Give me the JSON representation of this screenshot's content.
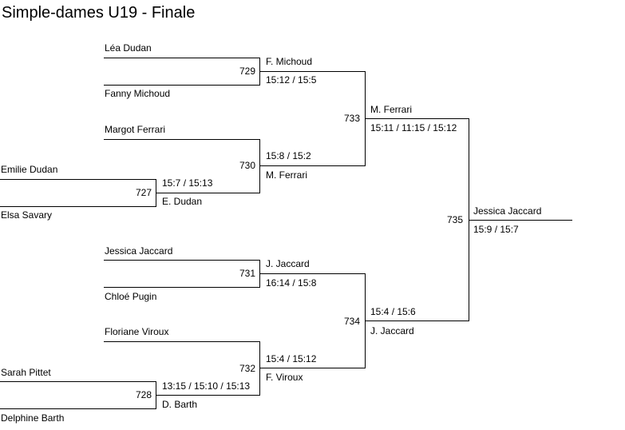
{
  "title": "Simple-dames U19 - Finale",
  "players": {
    "p1": "Léa Dudan",
    "p2": "Fanny Michoud",
    "p3": "Margot Ferrari",
    "p4": "Emilie Dudan",
    "p5": "Elsa Savary",
    "p6": "Jessica Jaccard",
    "p7": "Chloé Pugin",
    "p8": "Floriane Viroux",
    "p9": "Sarah Pittet",
    "p10": "Delphine Barth"
  },
  "matches": {
    "m727": {
      "number": "727",
      "winner": "E. Dudan",
      "score": "15:7 / 15:13"
    },
    "m728": {
      "number": "728",
      "winner": "D. Barth",
      "score": "13:15 / 15:10 / 15:13"
    },
    "m729": {
      "number": "729",
      "winner": "F. Michoud",
      "score": "15:12 / 15:5"
    },
    "m730": {
      "number": "730",
      "winner": "M. Ferrari",
      "score": "15:8 / 15:2"
    },
    "m731": {
      "number": "731",
      "winner": "J. Jaccard",
      "score": "16:14 / 15:8"
    },
    "m732": {
      "number": "732",
      "winner": "F. Viroux",
      "score": "15:4 / 15:12"
    },
    "m733": {
      "number": "733",
      "winner": "M. Ferrari",
      "score": "15:11 / 11:15 / 15:12"
    },
    "m734": {
      "number": "734",
      "winner": "J. Jaccard",
      "score": "15:4 / 15:6"
    },
    "m735": {
      "number": "735",
      "winner": "Jessica Jaccard",
      "score": "15:9 / 15:7"
    }
  }
}
